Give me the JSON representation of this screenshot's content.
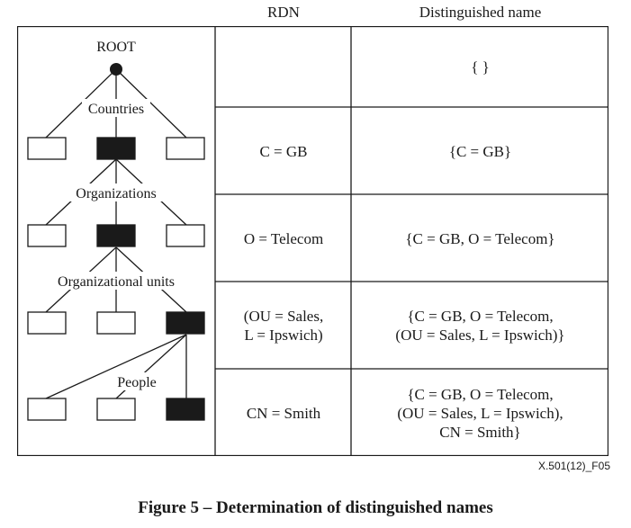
{
  "headers": {
    "rdn": "RDN",
    "dn": "Distinguished name"
  },
  "tree": {
    "root": "ROOT",
    "levels": [
      "Countries",
      "Organizations",
      "Organizational units",
      "People"
    ]
  },
  "rows": [
    {
      "rdn": "",
      "dn": "{ }"
    },
    {
      "rdn": "C = GB",
      "dn": "{C = GB}"
    },
    {
      "rdn": "O = Telecom",
      "dn": "{C = GB, O = Telecom}"
    },
    {
      "rdn": "(OU = Sales,\nL = Ipswich)",
      "dn": "{C = GB, O = Telecom,\n(OU = Sales, L = Ipswich)}"
    },
    {
      "rdn": "CN = Smith",
      "dn": "{C = GB, O = Telecom,\n(OU = Sales, L = Ipswich),\nCN = Smith}"
    }
  ],
  "figure_id": "X.501(12)_F05",
  "caption": "Figure 5 – Determination of distinguished names"
}
